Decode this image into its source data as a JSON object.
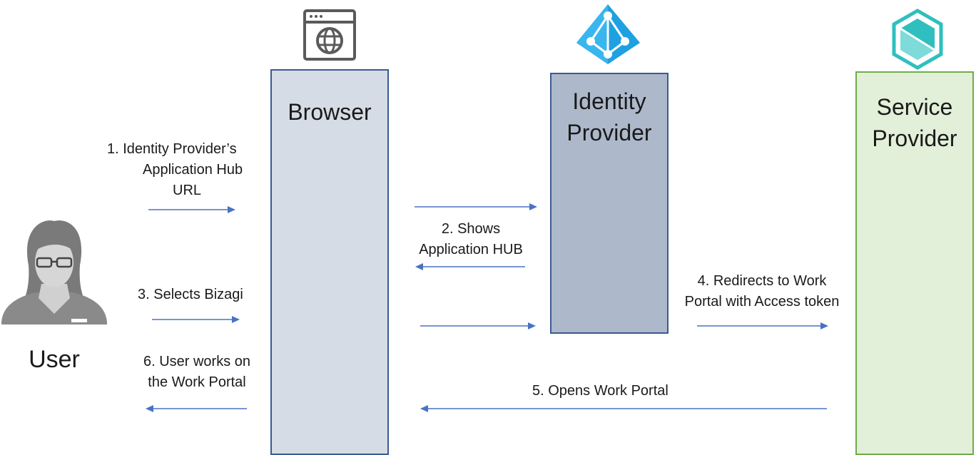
{
  "colors": {
    "arrow": "#4a72c4",
    "browser_fill": "#d6dce5",
    "browser_border": "#3a5a94",
    "idp_fill": "#adb9ca",
    "idp_border": "#3a5a94",
    "sp_fill": "#e2efd9",
    "sp_border": "#70ad47",
    "azure": "#1fa0e0",
    "sp_icon": "#2fbfbf"
  },
  "actors": {
    "user": "User",
    "browser": "Browser",
    "idp": [
      "Identity",
      "Provider"
    ],
    "sp": [
      "Service",
      "Provider"
    ]
  },
  "icons": {
    "browser": "browser-globe-icon",
    "idp": "azure-active-directory-icon",
    "sp": "service-provider-hexagon-icon",
    "user": "user-avatar-icon"
  },
  "steps": {
    "s1": [
      "1.   Identity Provider’s",
      "Application Hub",
      "URL"
    ],
    "s2": [
      "2. Shows",
      "Application HUB"
    ],
    "s3": "3. Selects Bizagi",
    "s4": [
      "4. Redirects to Work",
      "Portal with Access token"
    ],
    "s5": "5. Opens Work Portal",
    "s6": [
      "6. User works on",
      "the Work Portal"
    ]
  }
}
